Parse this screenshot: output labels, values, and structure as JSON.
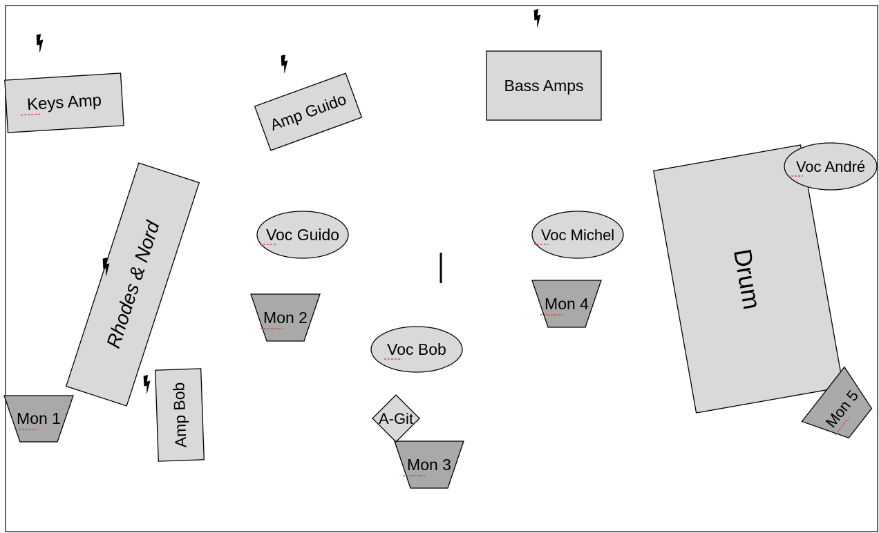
{
  "diagram": {
    "amps": {
      "keys": "Keys Amp",
      "guido": "Amp Guido",
      "bass": "Bass Amps",
      "bob": "Amp Bob"
    },
    "keyboard": "Rhodes & Nord",
    "drum": "Drum",
    "mics": {
      "guido": "Voc Guido",
      "michel": "Voc Michel",
      "bob": "Voc Bob",
      "andre": "Voc André"
    },
    "monitors": {
      "mon1": "Mon 1",
      "mon2": "Mon 2",
      "mon3": "Mon 3",
      "mon4": "Mon 4",
      "mon5": "Mon 5"
    },
    "guitar": "A-Git"
  },
  "colors": {
    "equipment_fill": "#d9d9d9",
    "monitor_fill": "#a9a9a9",
    "outline": "#000000",
    "spellcheck_underline": "#e03030"
  },
  "icons": {
    "power": "power-outlet-icon"
  }
}
